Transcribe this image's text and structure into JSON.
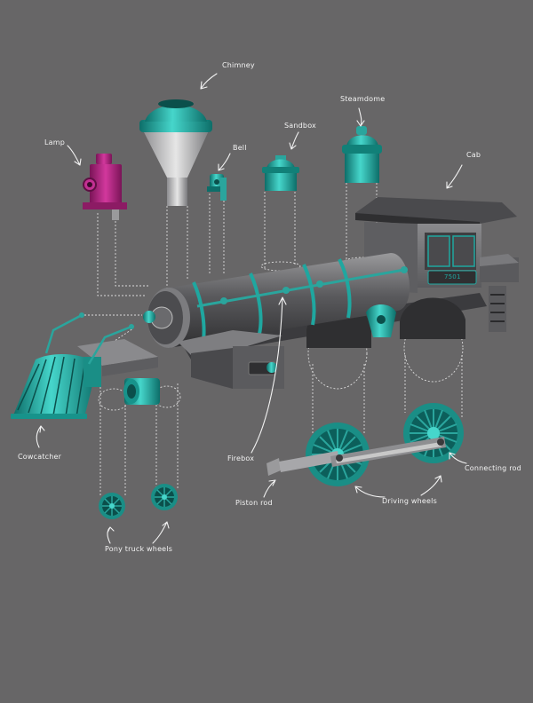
{
  "colors": {
    "background": "#676667",
    "teal": "#1fa7a0",
    "teal_dark": "#0c6b67",
    "magenta": "#b0247f",
    "metal_light": "#bdbdbd",
    "metal_dark": "#3a3a3c"
  },
  "labels": {
    "chimney": "Chimney",
    "steamdome": "Steamdome",
    "sandbox": "Sandbox",
    "bell": "Bell",
    "lamp": "Lamp",
    "cab": "Cab",
    "cowcatcher": "Cowcatcher",
    "firebox": "Firebox",
    "piston_rod": "Piston rod",
    "driving_wheels": "Driving wheels",
    "connecting_rod": "Connecting rod",
    "pony_truck_wheels": "Pony truck wheels"
  },
  "cab_number": "7501"
}
